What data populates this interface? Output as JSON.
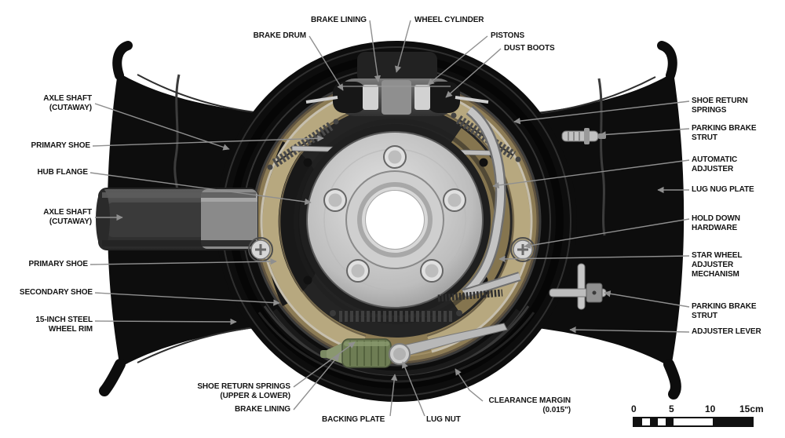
{
  "figure": {
    "subject": "drum brake assembly cutaway diagram",
    "background": "#ffffff"
  },
  "labels": {
    "brake_drum": "BRAKE DRUM",
    "brake_lining_top": "BRAKE LINING",
    "wheel_cylinder": "WHEEL CYLINDER",
    "pistons": "PISTONS",
    "dust_boots": "DUST BOOTS",
    "axle_shaft_top": "AXLE SHAFT\n(CUTAWAY)",
    "primary_shoe_top": "PRIMARY SHOE",
    "hub_flange": "HUB FLANGE",
    "axle_shaft_mid": "AXLE SHAFT\n(CUTAWAY)",
    "primary_shoe_bottom": "PRIMARY SHOE",
    "secondary_shoe": "SECONDARY SHOE",
    "wheel_rim": "15-INCH STEEL\nWHEEL RIM",
    "shoe_return_springs_right": "SHOE RETURN\nSPRINGS",
    "parking_brake_strut_top": "PARKING BRAKE\nSTRUT",
    "automatic_adjuster": "AUTOMATIC\nADJUSTER",
    "lug_nug_plate": "LUG NUG PLATE",
    "hold_down_hardware": "HOLD DOWN\nHARDWARE",
    "star_wheel": "STAR WHEEL\nADJUSTER\nMECHANISM",
    "parking_brake_strut_bottom": "PARKING BRAKE\nSTRUT",
    "adjuster_lever": "ADJUSTER LEVER",
    "shoe_return_springs_lower": "SHOE RETURN SPRINGS\n(UPPER & LOWER)",
    "brake_lining_bottom": "BRAKE LINING",
    "backing_plate": "BACKING PLATE",
    "lug_nut": "LUG NUT",
    "clearance_margin": "CLEARANCE MARGIN\n(0.015\")"
  },
  "scale_bar": {
    "ticks": [
      "0",
      "5",
      "10",
      "15cm"
    ],
    "unit": "cm"
  },
  "colors": {
    "rim_black": "#0d0d0d",
    "backing_plate_tan": "#8d7c55",
    "brake_lining_tan": "#b7a87f",
    "adjuster_green": "#6e7d54",
    "hub_gray": "#c9c9c9",
    "label_text": "#141414",
    "leader_line": "#8f8f8f"
  }
}
